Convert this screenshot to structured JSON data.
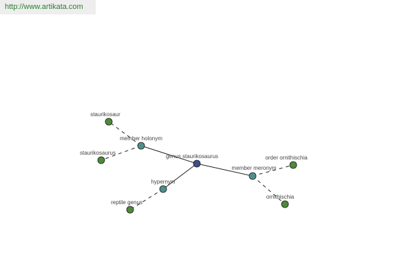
{
  "source_url": "http://www.artikata.com",
  "graph": {
    "nodes": [
      {
        "id": "center",
        "label": "genus staurikosaurus",
        "role": "center",
        "color": "#3f4f8a"
      },
      {
        "id": "member-holonym",
        "label": "member holonym",
        "role": "relation",
        "color": "#4f8f8a"
      },
      {
        "id": "hypernym",
        "label": "hypernym",
        "role": "relation",
        "color": "#4f8f8a"
      },
      {
        "id": "member-meronym",
        "label": "member meronym",
        "role": "relation",
        "color": "#4f8f8a"
      },
      {
        "id": "staurikosaur",
        "label": "staurikosaur",
        "role": "term",
        "color": "#4e8a3a"
      },
      {
        "id": "staurikosaurus",
        "label": "staurikosaurus",
        "role": "term",
        "color": "#4e8a3a"
      },
      {
        "id": "reptile-genus",
        "label": "reptile genus",
        "role": "term",
        "color": "#4e8a3a"
      },
      {
        "id": "order-ornithischia",
        "label": "order ornithischia",
        "role": "term",
        "color": "#4e8a3a"
      },
      {
        "id": "ornithischia",
        "label": "ornithischia",
        "role": "term",
        "color": "#4e8a3a"
      }
    ],
    "edges": [
      {
        "from": "center",
        "to": "member-holonym",
        "style": "solid"
      },
      {
        "from": "center",
        "to": "hypernym",
        "style": "solid"
      },
      {
        "from": "center",
        "to": "member-meronym",
        "style": "solid"
      },
      {
        "from": "member-holonym",
        "to": "staurikosaur",
        "style": "dashed"
      },
      {
        "from": "member-holonym",
        "to": "staurikosaurus",
        "style": "dashed"
      },
      {
        "from": "hypernym",
        "to": "reptile-genus",
        "style": "dashed"
      },
      {
        "from": "member-meronym",
        "to": "order-ornithischia",
        "style": "dashed"
      },
      {
        "from": "member-meronym",
        "to": "ornithischia",
        "style": "dashed"
      }
    ]
  }
}
